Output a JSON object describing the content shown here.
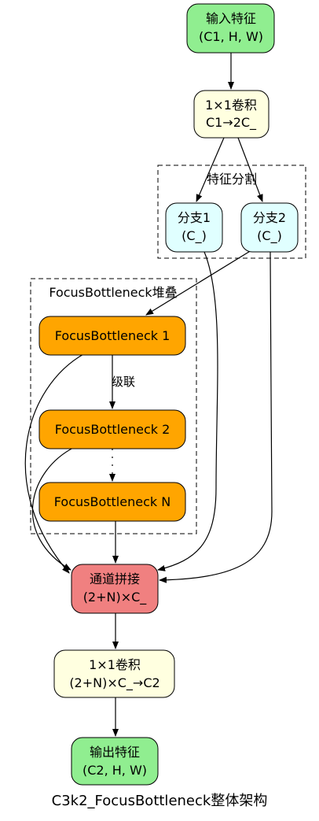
{
  "caption": "C3k2_FocusBottleneck整体架构",
  "clusters": {
    "split": {
      "label": "特征分割"
    },
    "stack": {
      "label": "FocusBottleneck堆叠"
    }
  },
  "nodes": {
    "input": {
      "line1": "输入特征",
      "line2": "(C1, H, W)",
      "color": "#90ee90"
    },
    "conv1": {
      "line1": "1×1卷积",
      "line2": "C1→2C_",
      "color": "#ffffe0"
    },
    "branch1": {
      "line1": "分支1",
      "line2": "(C_)",
      "color": "#e0ffff"
    },
    "branch2": {
      "line1": "分支2",
      "line2": "(C_)",
      "color": "#e0ffff"
    },
    "fb1": {
      "line1": "FocusBottleneck 1",
      "color": "#ffa500"
    },
    "fb2": {
      "line1": "FocusBottleneck 2",
      "color": "#ffa500"
    },
    "fbn": {
      "line1": "FocusBottleneck N",
      "color": "#ffa500"
    },
    "concat": {
      "line1": "通道拼接",
      "line2": "(2+N)×C_",
      "color": "#f08080"
    },
    "conv2": {
      "line1": "1×1卷积",
      "line2": "(2+N)×C_→C2",
      "color": "#ffffe0"
    },
    "output": {
      "line1": "输出特征",
      "line2": "(C2, H, W)",
      "color": "#90ee90"
    }
  },
  "edge_labels": {
    "cascade": "级联"
  }
}
